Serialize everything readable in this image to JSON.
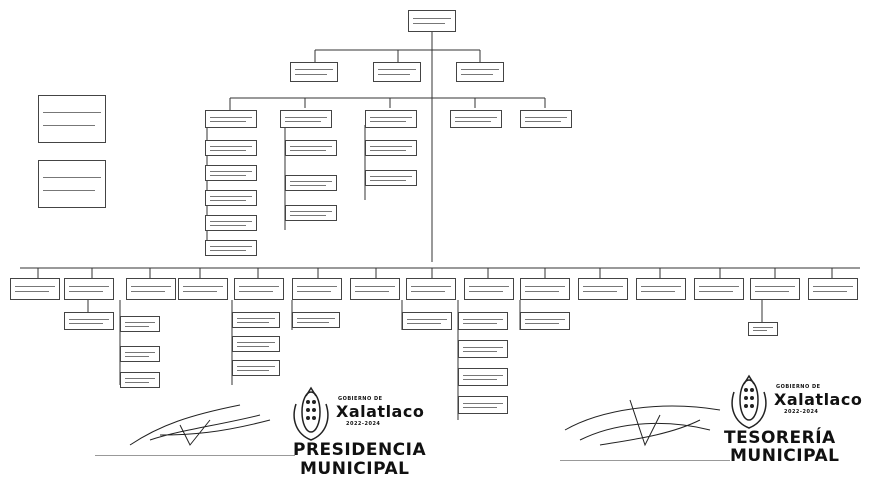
{
  "logos": {
    "left": {
      "gov_line": "GOBIERNO DE",
      "name": "Xalatlaco",
      "years": "2022-2024",
      "seal_line1": "PRESIDENCIA",
      "seal_line2": "MUNICIPAL"
    },
    "right": {
      "gov_line": "GOBIERNO DE",
      "name": "Xalatlaco",
      "years": "2022-2024",
      "seal_line1": "TESORERÍA",
      "seal_line2": "MUNICIPAL"
    }
  },
  "colors": {
    "line": "#333333",
    "box_border": "#444444",
    "logo_green": "#3a3a3a"
  },
  "icons": {
    "left_logo": "corn-emblem-icon",
    "right_logo": "corn-emblem-icon",
    "left_signature": "signature-scribble-icon",
    "right_signature": "signature-scribble-icon"
  }
}
